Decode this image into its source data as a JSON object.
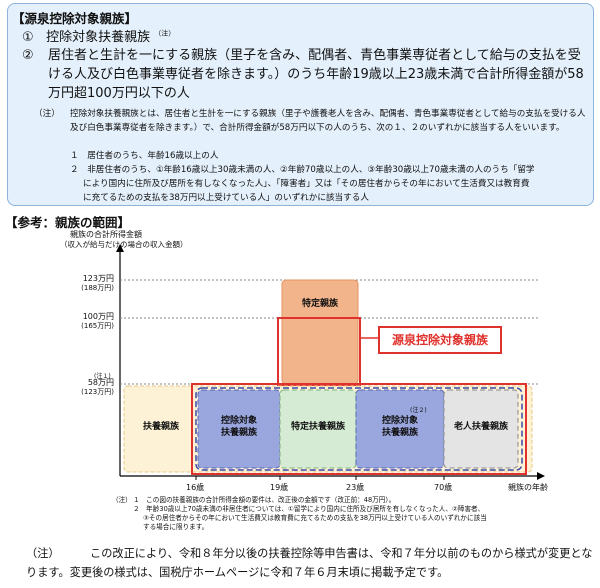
{
  "box": {
    "title": "【源泉控除対象親族】",
    "item1_num": "①",
    "item1_text": "控除対象扶養親族",
    "item1_sup": "（注）",
    "item2_num": "②",
    "item2_text": "居住者と生計を一にする親族（里子を含み、配偶者、青色事業専従者として給与の支払を受ける人及び白色事業専従者を除きます。）のうち年齢19歳以上23歳未満で合計所得金額が58万円超100万円以下の人",
    "note_label": "（注）",
    "note_text": "控除対象扶養親族とは、居住者と生計を一にする親族（里子や護養老人を含み、配偶者、青色事業専従者として給与の支払を受ける人及び白色事業専従者を除きます。）で、合計所得金額が58万円以下の人のうち、次の１、２のいずれかに該当する人をいいます。",
    "sub1": "１　居住者のうち、年齢16歳以上の人",
    "sub2a": "２　非居住者のうち、①年齢16歳以上30歳未満の人、②年齢70歳以上の人、③年齢30歳以上70歳未満の人のうち「留学",
    "sub2b": "により国内に住所及び居所を有しなくなった人」、「障害者」又は「その居住者からその年において生活費又は教育費",
    "sub2c": "に充てるための支払を38万円以上受けている人」のいずれかに該当する人"
  },
  "reference": {
    "title": "【参考：親族の範囲】"
  },
  "chart": {
    "axis_label_1": "親族の合計所得金額",
    "axis_label_2": "（収入が給与だけの場合の収入金額）",
    "y_ticks": [
      {
        "main": "123万円",
        "sub": "(188万円)"
      },
      {
        "main": "100万円",
        "sub": "(165万円)"
      },
      {
        "main": "58万円",
        "sub": "(123万円)",
        "note": "(注１)"
      }
    ],
    "x_ticks": [
      "16歳",
      "19歳",
      "23歳",
      "70歳"
    ],
    "x_axis_label": "親族の年齢",
    "tokutei": "特定親族",
    "fuyou": "扶養親族",
    "koujo_a": "控除対象\n扶養親族",
    "tokutei_fuyou": "特定扶養親族",
    "koujo_b": "控除対象\n扶養親族",
    "koujo_b_note": "(注２)",
    "roujin": "老人扶養親族",
    "callout": "源泉控除対象親族",
    "notes_label": "（注）",
    "notes": [
      "１　この図の扶養親族の合計所得金額の要件は、改正後の金額です（改正前：48万円）。",
      "２　年齢30歳以上70歳未満の非居住者については、①留学により国内に住所及び居所を有しなくなった人、②障害者、",
      "③その居住者からその年において生活費又は教育費に充てるための支払を38万円以上受けている人のいずれかに該当",
      "する場合に限ります。"
    ],
    "colors": {
      "fuyou_fill": "#fdf2d6",
      "koujo_fill": "#9aa6de",
      "tokutei_fuyou_fill": "#d6ebd4",
      "roujin_fill": "#e4e4e4",
      "tokutei_fill": "#f2b48b",
      "red": "#e0322c"
    }
  },
  "bottom_note": {
    "label": "（注）",
    "text": "この改正により、令和８年分以後の扶養控除等申告書は、令和７年分以前のものから様式が変更となります。変更後の様式は、国税庁ホームページに令和７年６月末頃に掲載予定です。"
  }
}
